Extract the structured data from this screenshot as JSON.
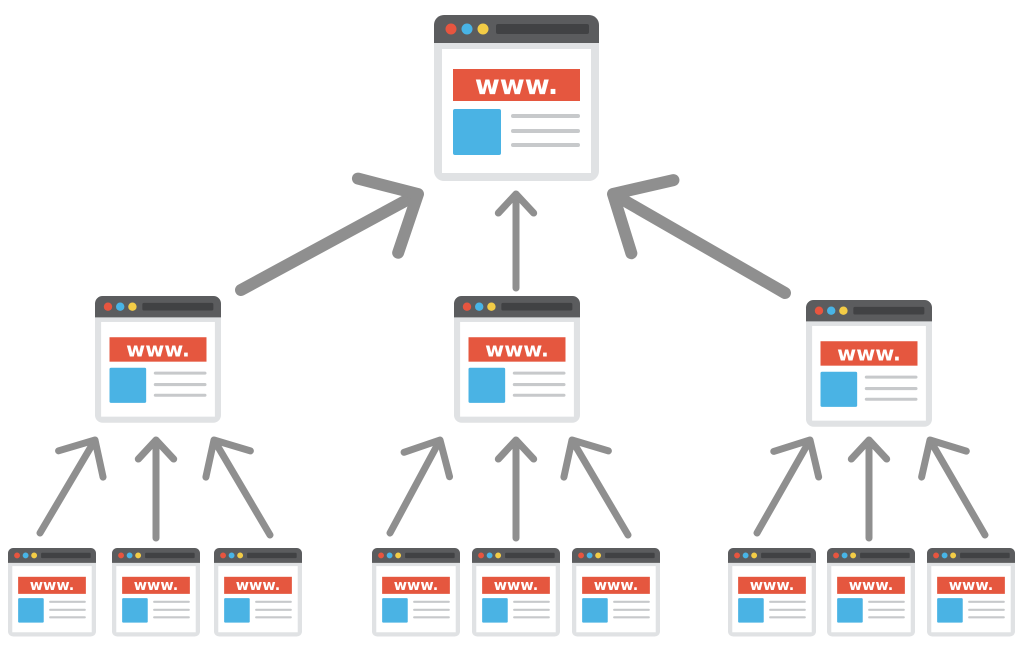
{
  "diagram": {
    "type": "site-hierarchy",
    "url_label": "www.",
    "colors": {
      "frame": "#e0e2e4",
      "page": "#ffffff",
      "titlebar": "#5b5c5e",
      "address_bar": "#414244",
      "dot_red": "#e7553f",
      "dot_blue": "#48b4e6",
      "dot_yellow": "#f3cc46",
      "url_banner": "#e5573f",
      "url_text": "#ffffff",
      "image_block": "#4ab3e4",
      "text_lines": "#c7c9cb",
      "arrow": "#8f8f8f"
    },
    "nodes": [
      {
        "id": "root",
        "level": 0,
        "label": "www."
      },
      {
        "id": "mid-left",
        "level": 1,
        "parent": "root",
        "label": "www."
      },
      {
        "id": "mid-center",
        "level": 1,
        "parent": "root",
        "label": "www."
      },
      {
        "id": "mid-right",
        "level": 1,
        "parent": "root",
        "label": "www."
      },
      {
        "id": "leaf-1",
        "level": 2,
        "parent": "mid-left",
        "label": "www."
      },
      {
        "id": "leaf-2",
        "level": 2,
        "parent": "mid-left",
        "label": "www."
      },
      {
        "id": "leaf-3",
        "level": 2,
        "parent": "mid-left",
        "label": "www."
      },
      {
        "id": "leaf-4",
        "level": 2,
        "parent": "mid-center",
        "label": "www."
      },
      {
        "id": "leaf-5",
        "level": 2,
        "parent": "mid-center",
        "label": "www."
      },
      {
        "id": "leaf-6",
        "level": 2,
        "parent": "mid-center",
        "label": "www."
      },
      {
        "id": "leaf-7",
        "level": 2,
        "parent": "mid-right",
        "label": "www."
      },
      {
        "id": "leaf-8",
        "level": 2,
        "parent": "mid-right",
        "label": "www."
      },
      {
        "id": "leaf-9",
        "level": 2,
        "parent": "mid-right",
        "label": "www."
      }
    ],
    "edges": [
      {
        "from": "mid-left",
        "to": "root"
      },
      {
        "from": "mid-center",
        "to": "root"
      },
      {
        "from": "mid-right",
        "to": "root"
      },
      {
        "from": "leaf-1",
        "to": "mid-left"
      },
      {
        "from": "leaf-2",
        "to": "mid-left"
      },
      {
        "from": "leaf-3",
        "to": "mid-left"
      },
      {
        "from": "leaf-4",
        "to": "mid-center"
      },
      {
        "from": "leaf-5",
        "to": "mid-center"
      },
      {
        "from": "leaf-6",
        "to": "mid-center"
      },
      {
        "from": "leaf-7",
        "to": "mid-right"
      },
      {
        "from": "leaf-8",
        "to": "mid-right"
      },
      {
        "from": "leaf-9",
        "to": "mid-right"
      }
    ]
  }
}
